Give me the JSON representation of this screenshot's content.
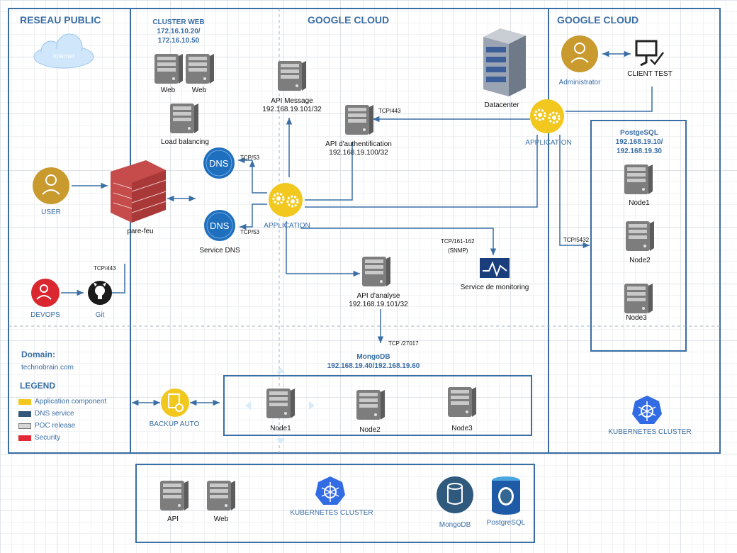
{
  "zones": {
    "public_title": "RESEAU PUBLIC",
    "cloud_title_main": "GOOGLE CLOUD",
    "cloud_title_right": "GOOGLE CLOUD"
  },
  "internet_label": "Internet",
  "cluster_web": {
    "title": "CLUSTER WEB",
    "ip1": "172.16.10.20/",
    "ip2": "172.16.10.50"
  },
  "nodes": {
    "web1": "Web",
    "web2": "Web",
    "load_balancing": "Load balancing",
    "api_message": "API Message",
    "api_message_ip": "192.168.19.101/32",
    "api_auth": "API d'authentification",
    "api_auth_ip": "192.168.19.100/32",
    "datacenter": "Datacenter",
    "administrator": "Administrator",
    "client_test": "CLIENT TEST",
    "application_right": "APPLICATION",
    "application_center": "APPLICATION",
    "user": "USER",
    "firewall": "pare-feu",
    "service_dns": "Service DNS",
    "dns_icon_text": "DNS",
    "devops": "DEVOPS",
    "git": "Git",
    "monitoring": "Service de monitoring",
    "api_analyse": "API d'analyse",
    "api_analyse_ip": "192.168.19.101/32",
    "backup": "BACKUP AUTO"
  },
  "ports": {
    "tcp443_auth": "TCP/443",
    "tcp53_top": "TCP/53",
    "tcp53_bottom": "TCP/53",
    "tcp443_git": "TCP/443",
    "snmp_port": "TCP/161-162",
    "snmp_label": "(SNMP)",
    "pg_port": "TCP/5432",
    "mongo_port": "TCP /27017"
  },
  "postgres": {
    "title": "PostgeSQL",
    "ip1": "192.168.19.10/",
    "ip2": "192.168.19.30",
    "node1": "Node1",
    "node2": "Node2",
    "node3": "Node3"
  },
  "mongodb": {
    "title": "MongoDB",
    "ip": "192.168.19.40/192.168.19.60",
    "node1": "Node1",
    "node2": "Node2",
    "node3": "Node3"
  },
  "k8s_right": "KUBERNETES CLUSTER",
  "domain": {
    "label": "Domain:",
    "value": "technobrain.com"
  },
  "legend": {
    "title": "LEGEND",
    "items": [
      {
        "label": "Application component",
        "color": "#f2c81e"
      },
      {
        "label": "DNS service",
        "color": "#33577a"
      },
      {
        "label": "POC release",
        "color": "#d6d6d6"
      },
      {
        "label": "Security",
        "color": "#e32737"
      }
    ]
  },
  "bottom_legend": {
    "api": "API",
    "web": "Web",
    "k8s": "KUBERNETES CLUSTER",
    "mongodb": "MongoDB",
    "postgresql": "PostgreSQL"
  },
  "colors": {
    "zone_border": "#3a6ea5",
    "arrow": "#3a6ea5",
    "app_gear": "#f2c81e",
    "dns": "#1f6fbf",
    "user": "#c99a2e",
    "devops": "#d9262f"
  }
}
